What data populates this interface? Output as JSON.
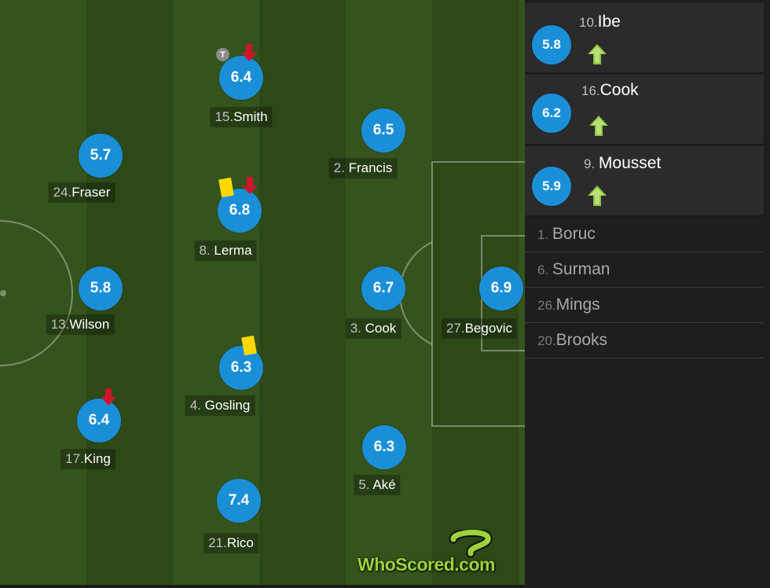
{
  "pitch_players": [
    {
      "rating": "6.4",
      "number": "15.",
      "name": "Smith"
    },
    {
      "rating": "5.7",
      "number": "24.",
      "name": "Fraser"
    },
    {
      "rating": "6.8",
      "number": "8. ",
      "name": "Lerma"
    },
    {
      "rating": "6.5",
      "number": "2. ",
      "name": "Francis"
    },
    {
      "rating": "5.8",
      "number": "13.",
      "name": "Wilson"
    },
    {
      "rating": "6.7",
      "number": "3. ",
      "name": "Cook"
    },
    {
      "rating": "6.9",
      "number": "27.",
      "name": "Begovic"
    },
    {
      "rating": "6.3",
      "number": "4. ",
      "name": "Gosling"
    },
    {
      "rating": "6.4",
      "number": "17.",
      "name": "King"
    },
    {
      "rating": "6.3",
      "number": "5. ",
      "name": "Aké"
    },
    {
      "rating": "7.4",
      "number": "21.",
      "name": "Rico"
    }
  ],
  "icons": {
    "sub_off": "down-arrow-icon",
    "sub_on": "up-arrow-icon",
    "yellow_card": "yellow-card-icon",
    "injury": "injury-icon",
    "injury_symbol": "T"
  },
  "colors": {
    "rating_bg": "#1a8fd8",
    "sub_off_arrow": "#d0142c",
    "sub_on_arrow": "#8fc23f",
    "yellow_card": "#ffd800",
    "logo": "#9cd33b"
  },
  "substitutes": [
    {
      "rating": "5.8",
      "number": "10.",
      "name": "Ibe"
    },
    {
      "rating": "6.2",
      "number": "16.",
      "name": "Cook"
    },
    {
      "rating": "5.9",
      "number": "9. ",
      "name": "Mousset"
    }
  ],
  "unused_substitutes": [
    {
      "number": "1. ",
      "name": "Boruc"
    },
    {
      "number": "6. ",
      "name": "Surman"
    },
    {
      "number": "26.",
      "name": "Mings"
    },
    {
      "number": "20.",
      "name": "Brooks"
    }
  ],
  "branding": {
    "logo_text": "WhoScored.com"
  }
}
